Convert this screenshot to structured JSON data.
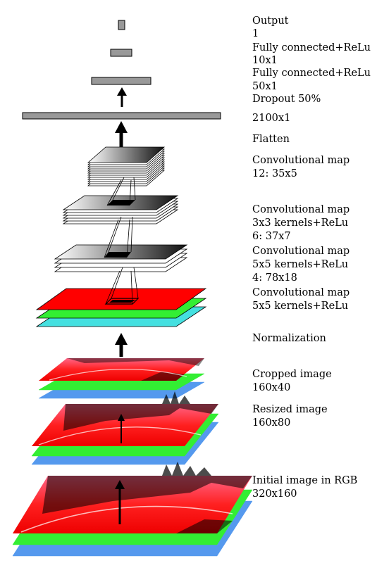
{
  "labels": {
    "output": "Output",
    "output_size": "1",
    "fc3": "Fully connected+ReLu",
    "fc3_size": "10x1",
    "fc2": "Fully connected+ReLu",
    "fc2_size": "50x1",
    "dropout": "Dropout 50%",
    "flat_size": "2100x1",
    "flatten": "Flatten",
    "conv5_name": "Convolutional map",
    "conv5_size": "12: 35x5",
    "conv4_name": "Convolutional map",
    "conv4_kernel": "3x3 kernels+ReLu",
    "conv4_size": "6: 37x7",
    "conv3_name": "Convolutional map",
    "conv3_kernel": "5x5 kernels+ReLu",
    "conv3_size": "4: 78x18",
    "conv2_name": "Convolutional map",
    "conv2_kernel": "5x5 kernels+ReLu",
    "normalization": "Normalization",
    "cropped": "Cropped image",
    "cropped_size": "160x40",
    "resized": "Resized image",
    "resized_size": "160x80",
    "initial": "Initial image in RGB",
    "initial_size": "320x160"
  },
  "colors": {
    "red": "#ff0000",
    "green": "#33ee33",
    "cyan": "#44e0e0",
    "blue": "#5599ee",
    "pink": "#ff7799",
    "bar_gray": "#999999",
    "arrow": "#000000"
  }
}
